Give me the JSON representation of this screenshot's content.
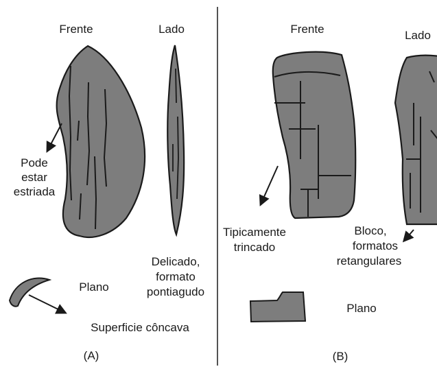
{
  "colors": {
    "fill": "#7d7d7d",
    "stroke": "#1a1a1a",
    "text": "#1a1a1a",
    "background": "#ffffff"
  },
  "panel_a": {
    "front_label": "Frente",
    "side_label": "Lado",
    "surface_note_line1": "Pode",
    "surface_note_line2": "estar",
    "surface_note_line3": "estriada",
    "shape_note_line1": "Delicado,",
    "shape_note_line2": "formato",
    "shape_note_line3": "pontiagudo",
    "plan_label": "Plano",
    "concave_label": "Superficie côncava",
    "panel_label": "(A)"
  },
  "panel_b": {
    "front_label": "Frente",
    "side_label": "Lado",
    "cracked_note_line1": "Tipicamente",
    "cracked_note_line2": "trincado",
    "block_note_line1": "Bloco,",
    "block_note_line2": "formatos",
    "block_note_line3": "retangulares",
    "plan_label": "Plano",
    "panel_label": "(B)"
  }
}
